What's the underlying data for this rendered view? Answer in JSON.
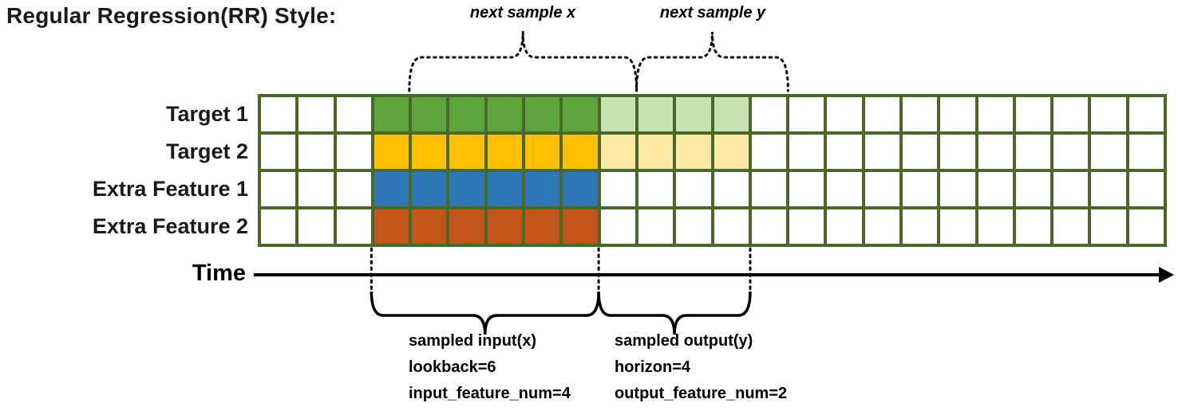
{
  "title": "Regular Regression(RR) Style:",
  "time_label": "Time",
  "colors": {
    "grid_border": "#4a6827",
    "annotation": "#000000",
    "text": "#1a1a1a"
  },
  "grid": {
    "columns": 24,
    "row_count": 4,
    "input_start_col": 3,
    "input_end_col": 9,
    "output_start_col": 9,
    "output_end_col": 13,
    "next_x_start_col": 4,
    "next_x_end_col": 10,
    "next_y_start_col": 10,
    "next_y_end_col": 14,
    "rows": [
      {
        "label": "Target 1",
        "input_fill": "#5fa33c",
        "output_fill": "#c8e2b4"
      },
      {
        "label": "Target 2",
        "input_fill": "#ffc002",
        "output_fill": "#fce9a5"
      },
      {
        "label": "Extra Feature 1",
        "input_fill": "#2e75b6",
        "output_fill": "#ffffff"
      },
      {
        "label": "Extra Feature 2",
        "input_fill": "#c3551b",
        "output_fill": "#ffffff"
      }
    ]
  },
  "annotations": {
    "next_sample_x": "next sample x",
    "next_sample_y": "next sample y",
    "input_block": {
      "line1": "sampled input(x)",
      "line2": "lookback=6",
      "line3": "input_feature_num=4"
    },
    "output_block": {
      "line1": "sampled output(y)",
      "line2": "horizon=4",
      "line3": "output_feature_num=2"
    }
  }
}
